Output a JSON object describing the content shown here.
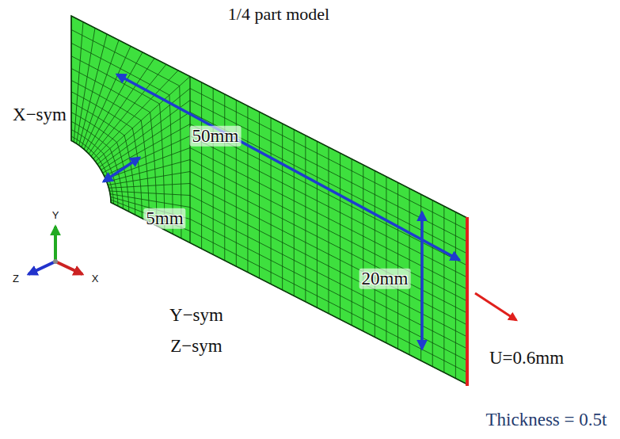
{
  "diagram": {
    "title": "1/4 part model",
    "labels": [
      "X−sym",
      "50mm",
      "5mm",
      "20mm",
      "Y−sym",
      "Z−sym",
      "U=0.6mm",
      "Thickness = 0.5t",
      "Y",
      "Z",
      "X"
    ]
  }
}
